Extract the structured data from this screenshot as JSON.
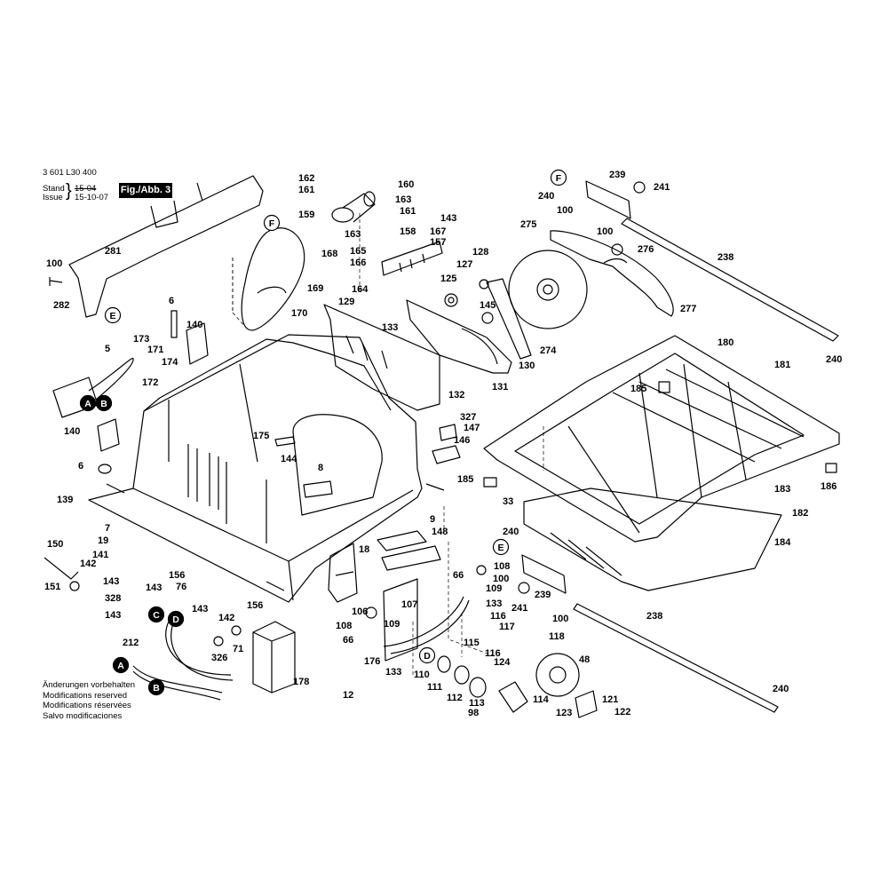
{
  "header": {
    "doc_number": "3 601 L30 400",
    "stand_label": "Stand",
    "issue_label": "Issue",
    "brace": "}",
    "stand_date": "15-04",
    "issue_date": "15-10-07",
    "figure_label": "Fig./Abb. 3"
  },
  "notes": [
    "Änderungen vorbehalten",
    "Modifications reserved",
    "Modifications réservées",
    "Salvo modificaciones"
  ],
  "circle_markers": [
    "F",
    "E",
    "A",
    "B",
    "C",
    "D"
  ],
  "part_numbers": [
    "5",
    "6",
    "7",
    "8",
    "9",
    "12",
    "18",
    "19",
    "33",
    "48",
    "66",
    "71",
    "76",
    "98",
    "100",
    "106",
    "107",
    "108",
    "109",
    "110",
    "111",
    "112",
    "113",
    "114",
    "115",
    "116",
    "117",
    "118",
    "121",
    "122",
    "123",
    "124",
    "125",
    "127",
    "128",
    "129",
    "130",
    "131",
    "132",
    "133",
    "139",
    "140",
    "141",
    "142",
    "143",
    "144",
    "145",
    "146",
    "147",
    "148",
    "150",
    "151",
    "156",
    "157",
    "158",
    "159",
    "160",
    "161",
    "162",
    "163",
    "164",
    "165",
    "166",
    "167",
    "168",
    "169",
    "170",
    "171",
    "172",
    "173",
    "174",
    "175",
    "176",
    "178",
    "180",
    "181",
    "182",
    "183",
    "184",
    "185",
    "186",
    "212",
    "238",
    "239",
    "240",
    "241",
    "274",
    "275",
    "276",
    "277",
    "281",
    "282",
    "326",
    "327",
    "328"
  ]
}
